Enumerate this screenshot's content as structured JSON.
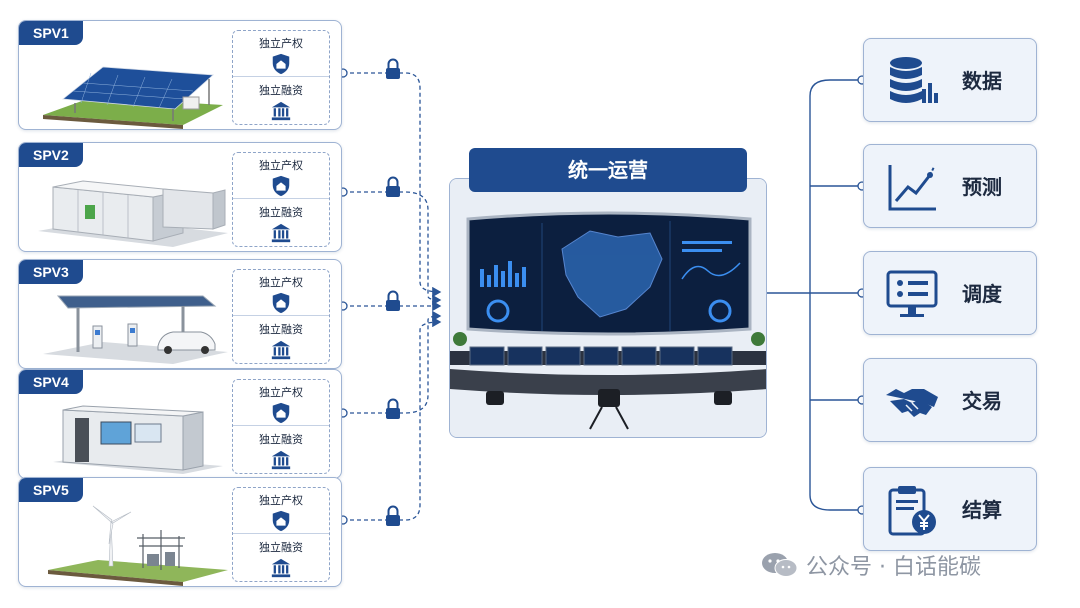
{
  "spv_cards": [
    {
      "tag": "SPV1",
      "asset": "solar-farm",
      "property_label": "独立产权",
      "finance_label": "独立融资"
    },
    {
      "tag": "SPV2",
      "asset": "battery-storage",
      "property_label": "独立产权",
      "finance_label": "独立融资"
    },
    {
      "tag": "SPV3",
      "asset": "ev-charging-station",
      "property_label": "独立产权",
      "finance_label": "独立融资"
    },
    {
      "tag": "SPV4",
      "asset": "storage-container",
      "property_label": "独立产权",
      "finance_label": "独立融资"
    },
    {
      "tag": "SPV5",
      "asset": "wind-turbine-substation",
      "property_label": "独立产权",
      "finance_label": "独立融资"
    }
  ],
  "center": {
    "title": "统一运营"
  },
  "functions": [
    {
      "label": "数据",
      "icon": "database-chart-icon"
    },
    {
      "label": "预测",
      "icon": "trend-chart-icon"
    },
    {
      "label": "调度",
      "icon": "dashboard-monitor-icon"
    },
    {
      "label": "交易",
      "icon": "handshake-icon"
    },
    {
      "label": "结算",
      "icon": "clipboard-yuan-icon"
    }
  ],
  "watermark": {
    "text": "公众号 · 白话能碳"
  },
  "colors": {
    "primary": "#1f4b8f",
    "border": "#9fb3d3",
    "card_bg": "#eef3fa",
    "connector": "#2a5597"
  }
}
